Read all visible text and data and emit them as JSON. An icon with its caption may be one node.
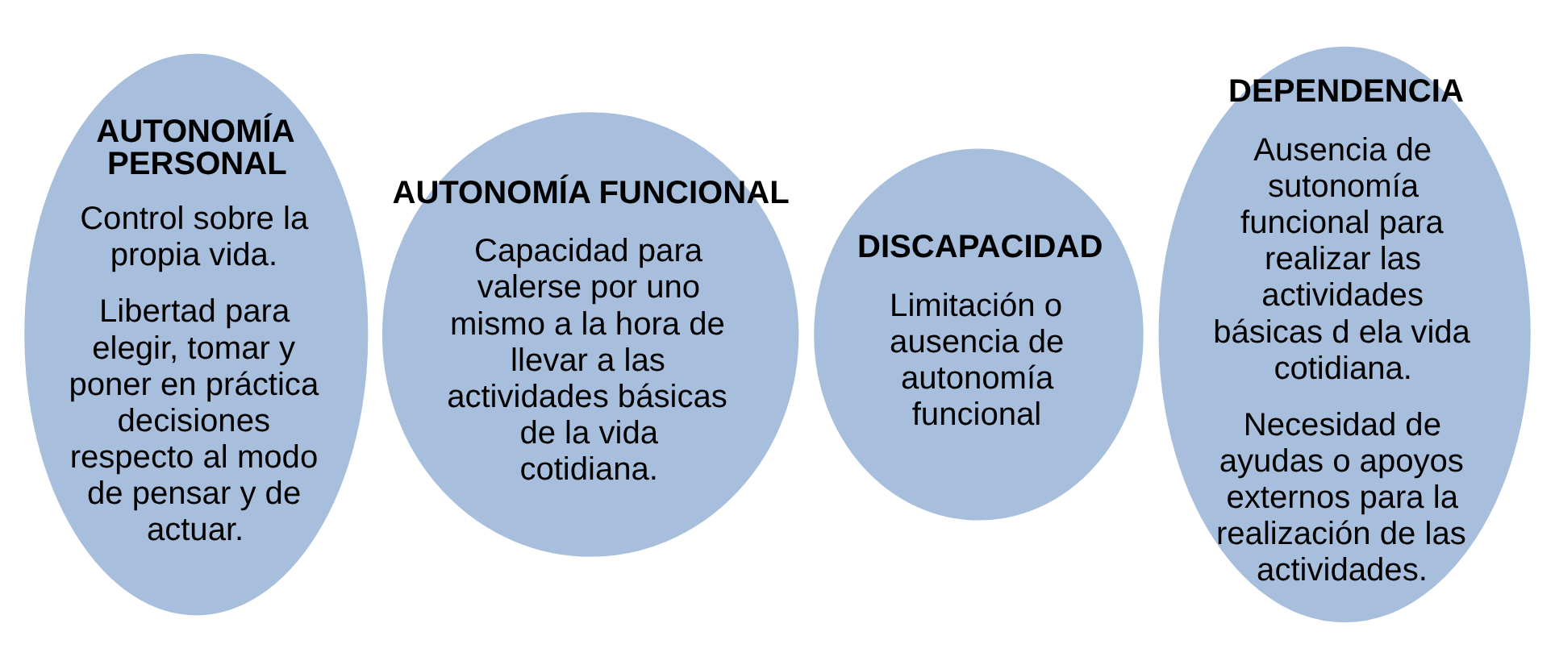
{
  "diagram": {
    "nodes": [
      {
        "text": [
          "AUTONOMÍA PERSONAL",
          "Control sobre la propia vida.",
          "Libertad para elegir, tomar y poner en práctica decisiones respecto al modo de pensar y de actuar."
        ]
      },
      {
        "text": [
          "AUTONOMÍA FUNCIONAL",
          "Capacidad para valerse por uno mismo a la hora de llevar a las actividades básicas de la vida cotidiana."
        ]
      },
      {
        "text": [
          "DISCAPACIDAD",
          "Limitación o ausencia de autonomía funcional"
        ]
      },
      {
        "text": [
          "DEPENDENCIA",
          "Ausencia de sutonomía funcional para realizar las actividades básicas d ela vida cotidiana.",
          "Necesidad de ayudas o apoyos externos para la realización de las actividades."
        ]
      }
    ]
  }
}
